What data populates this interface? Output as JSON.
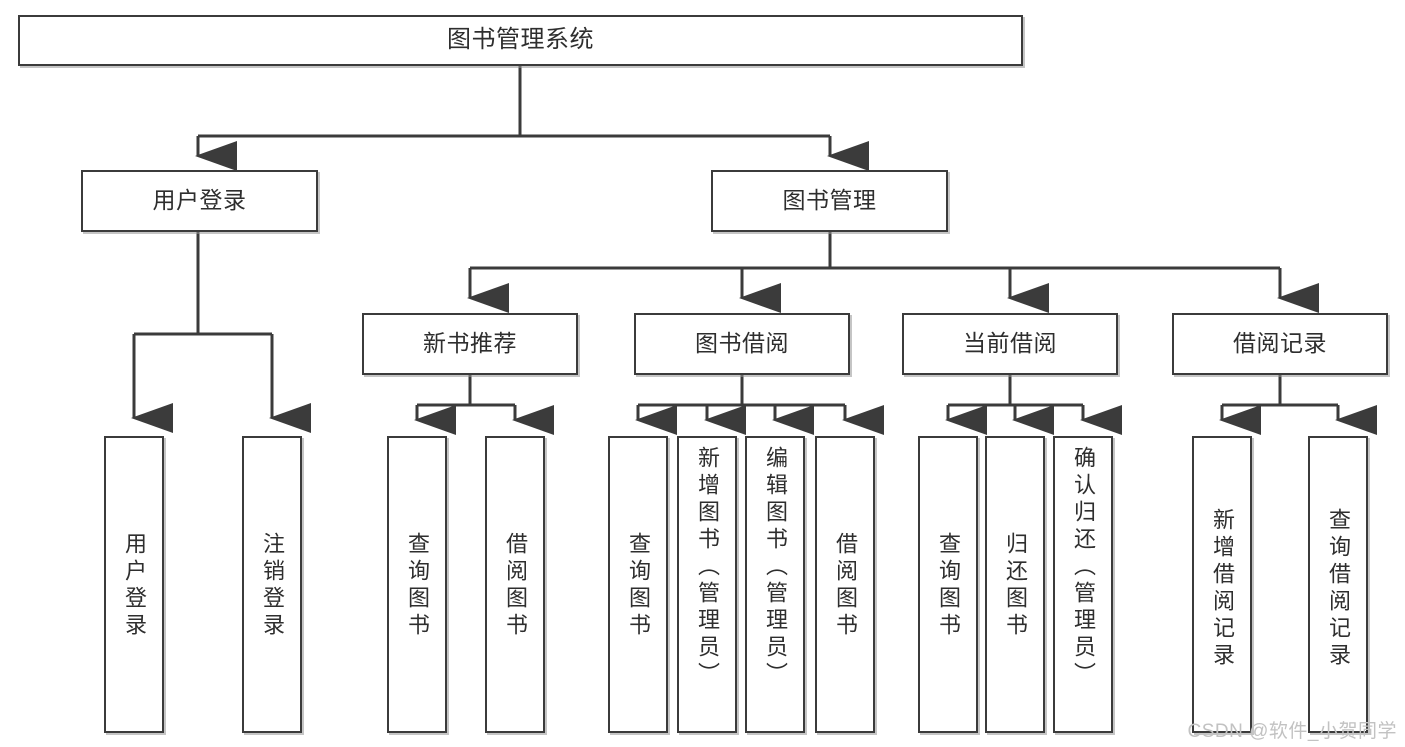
{
  "diagram": {
    "title": "图书管理系统",
    "type": "tree",
    "style": {
      "stroke": "#3b3b3b",
      "fill": "#ffffff",
      "text": "#2e2e2e",
      "shadow": "#969696"
    },
    "root": {
      "label": "图书管理系统"
    },
    "level1": [
      {
        "label": "用户登录"
      },
      {
        "label": "图书管理"
      }
    ],
    "level2": [
      {
        "label": "新书推荐"
      },
      {
        "label": "图书借阅"
      },
      {
        "label": "当前借阅"
      },
      {
        "label": "借阅记录"
      }
    ],
    "leaves": {
      "user_login": [
        {
          "label": "用户登录"
        },
        {
          "label": "注销登录"
        }
      ],
      "new_book_recommend": [
        {
          "label": "查询图书"
        },
        {
          "label": "借阅图书"
        }
      ],
      "book_borrow": [
        {
          "label": "查询图书"
        },
        {
          "label": "新增图书（管理员）"
        },
        {
          "label": "编辑图书（管理员）"
        },
        {
          "label": "借阅图书"
        }
      ],
      "current_borrow": [
        {
          "label": "查询图书"
        },
        {
          "label": "归还图书"
        },
        {
          "label": "确认归还（管理员）"
        }
      ],
      "borrow_record": [
        {
          "label": "新增借阅记录"
        },
        {
          "label": "查询借阅记录"
        }
      ]
    }
  },
  "watermark": {
    "text": "CSDN @软件_小贺同学"
  }
}
